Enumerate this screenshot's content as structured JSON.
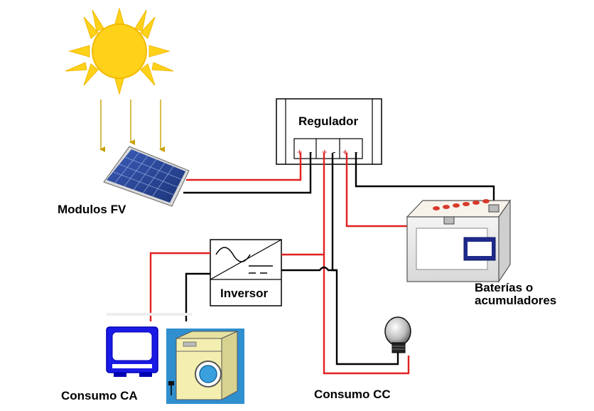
{
  "labels": {
    "panel": "Modulos FV",
    "regulator": "Regulador",
    "inverter": "Inversor",
    "battery_line1": "Baterías o",
    "battery_line2": "acumuladores",
    "ac_load": "Consumo CA",
    "dc_load": "Consumo CC"
  },
  "terminals": {
    "plus": "+",
    "minus": "-"
  },
  "colors": {
    "positive_wire": "#e02020",
    "negative_wire": "#000000",
    "sun": "#ffd21a",
    "sun_rays": "#f5c400",
    "light_arrows": "#c8a000",
    "panel": "#2a4a9a",
    "tv": "#1a1ae6",
    "washer_bg": "#2f8fcf",
    "washer_body": "#f4efb0"
  }
}
